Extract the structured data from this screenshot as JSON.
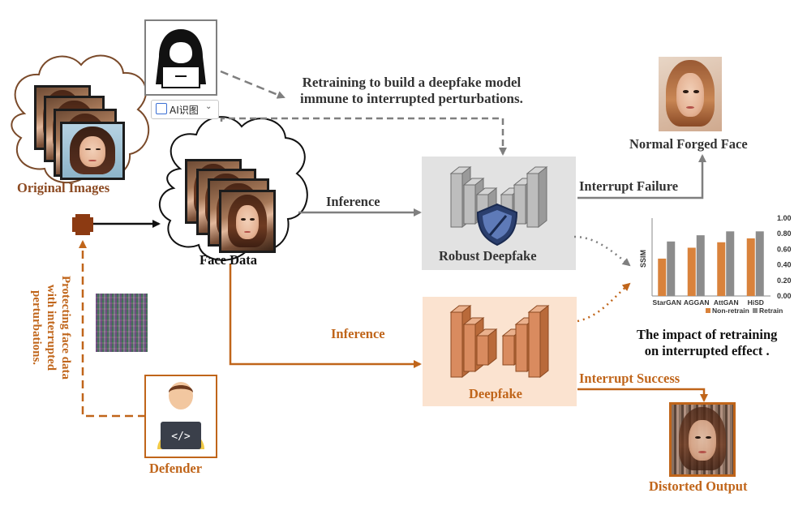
{
  "labels": {
    "retraining": "Retraining to build a deepfake model\nimmune to interrupted perturbations.",
    "original_images": "Original Images",
    "face_data": "Face Data",
    "inference_top": "Inference",
    "inference_bottom": "Inference",
    "robust_deepfake": "Robust Deepfake",
    "deepfake": "Deepfake",
    "interrupt_failure": "Interrupt Failure",
    "interrupt_success": "Interrupt Success",
    "normal_forged_face": "Normal Forged Face",
    "distorted_output": "Distorted Output",
    "defender": "Defender",
    "protecting": "Protecting face data\nwith interrupted\nperturbations.",
    "impact": "The impact of retraining\non interrupted effect .",
    "ai_badge": "AI识图",
    "code_glyph": "</>"
  },
  "chart_data": {
    "type": "bar",
    "categories": [
      "StarGAN",
      "AGGAN",
      "AttGAN",
      "HiSD"
    ],
    "series": [
      {
        "name": "Non-retrain",
        "values": [
          0.48,
          0.62,
          0.69,
          0.74
        ],
        "color": "#d9823b"
      },
      {
        "name": "Retrain",
        "values": [
          0.7,
          0.78,
          0.83,
          0.83
        ],
        "color": "#8c8c8c"
      }
    ],
    "ylabel": "SSIM",
    "ylim": [
      0,
      1.0
    ],
    "yticks": [
      "0.00",
      "0.20",
      "0.40",
      "0.60",
      "0.80",
      "1.00"
    ],
    "legend": "bottom"
  },
  "colors": {
    "orange": "#c0651a",
    "gray_arrow": "#7f7f7f",
    "robust_bg": "#e2e2e2",
    "deepfake_bg": "#fbe3d0",
    "cloud_brown": "#7a4a2a"
  }
}
